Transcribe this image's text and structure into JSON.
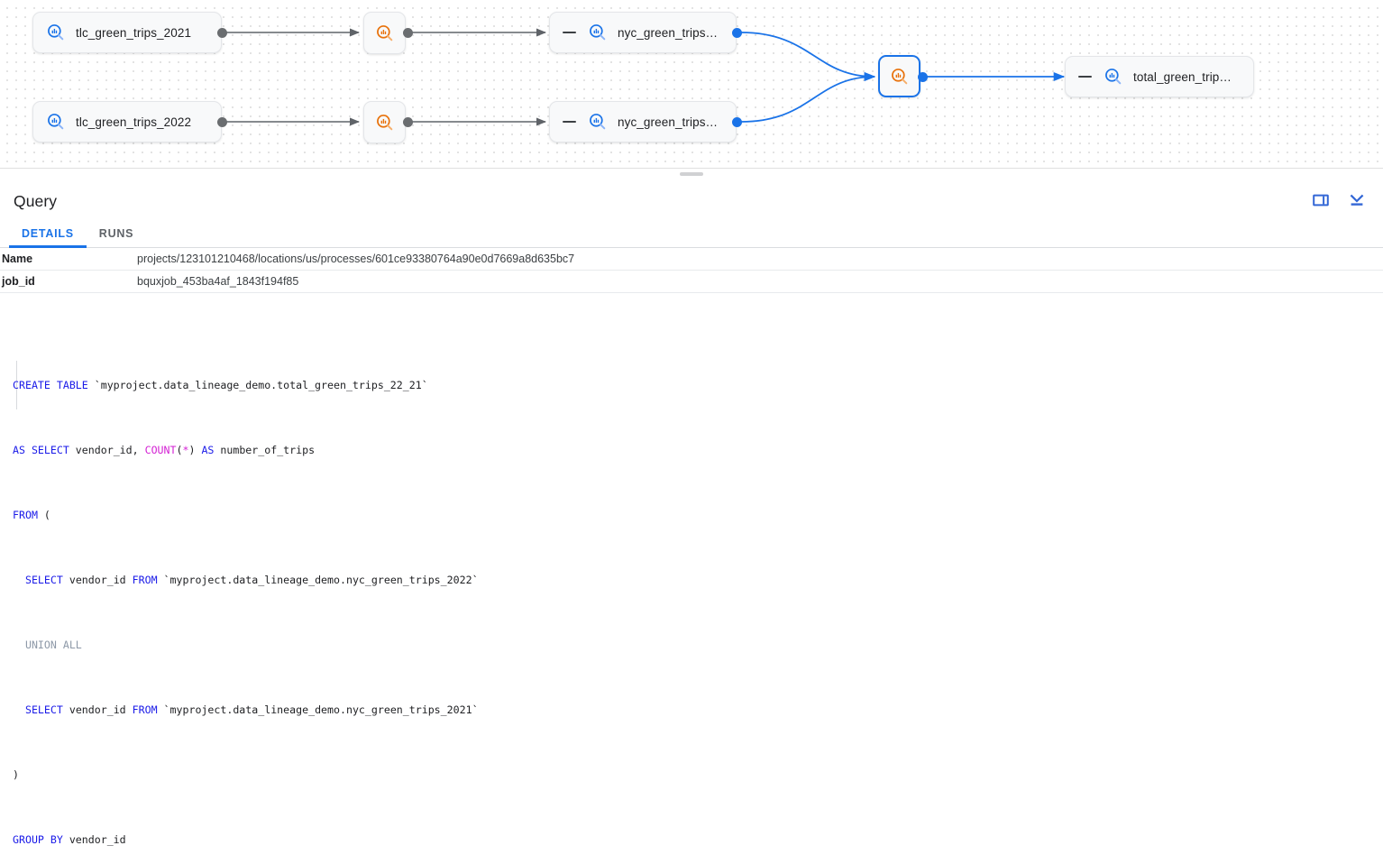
{
  "graph": {
    "nodes": [
      {
        "id": "tlc2021",
        "kind": "table",
        "label": "tlc_green_trips_2021",
        "icon": "bigquery-table-search-icon",
        "icon_color": "#1a73e8",
        "collapsible": false,
        "selected": false
      },
      {
        "id": "tlc2022",
        "kind": "table",
        "label": "tlc_green_trips_2022",
        "icon": "bigquery-table-search-icon",
        "icon_color": "#1a73e8",
        "collapsible": false,
        "selected": false
      },
      {
        "id": "proc1",
        "kind": "process",
        "label": "",
        "icon": "bigquery-process-search-icon",
        "icon_color": "#e8710a",
        "collapsible": false,
        "selected": false
      },
      {
        "id": "proc2",
        "kind": "process",
        "label": "",
        "icon": "bigquery-process-search-icon",
        "icon_color": "#e8710a",
        "collapsible": false,
        "selected": false
      },
      {
        "id": "nyc1",
        "kind": "table",
        "label": "nyc_green_trips…",
        "icon": "bigquery-table-search-icon",
        "icon_color": "#1a73e8",
        "collapsible": true,
        "selected": false
      },
      {
        "id": "nyc2",
        "kind": "table",
        "label": "nyc_green_trips…",
        "icon": "bigquery-table-search-icon",
        "icon_color": "#1a73e8",
        "collapsible": true,
        "selected": false
      },
      {
        "id": "procsel",
        "kind": "process",
        "label": "",
        "icon": "bigquery-process-search-icon",
        "icon_color": "#e8710a",
        "collapsible": false,
        "selected": true
      },
      {
        "id": "total",
        "kind": "table",
        "label": "total_green_trip…",
        "icon": "bigquery-table-search-icon",
        "icon_color": "#1a73e8",
        "collapsible": true,
        "selected": false
      }
    ],
    "edge_color_default": "#5f6368",
    "edge_color_selected": "#1a73e8"
  },
  "panel": {
    "title": "Query",
    "actions": [
      {
        "name": "split-panel-icon",
        "tooltip": "Split panel"
      },
      {
        "name": "collapse-panel-icon",
        "tooltip": "Collapse panel"
      }
    ],
    "tabs": [
      {
        "label": "DETAILS",
        "active": true
      },
      {
        "label": "RUNS",
        "active": false
      }
    ],
    "details": [
      {
        "key": "Name",
        "value": "projects/123101210468/locations/us/processes/601ce93380764a90e0d7669a8d635bc7"
      },
      {
        "key": "job_id",
        "value": "bquxjob_453ba4af_1843f194f85"
      }
    ]
  },
  "sql": {
    "lines": [
      "CREATE TABLE `myproject.data_lineage_demo.total_green_trips_22_21`",
      "AS SELECT vendor_id, COUNT(*) AS number_of_trips",
      "FROM (",
      "  SELECT vendor_id FROM `myproject.data_lineage_demo.nyc_green_trips_2022`",
      "  UNION ALL",
      "  SELECT vendor_id FROM `myproject.data_lineage_demo.nyc_green_trips_2021`",
      ")",
      "GROUP BY vendor_id"
    ],
    "tokens": {
      "l0_kw1": "CREATE TABLE",
      "l0_rest": " `myproject.data_lineage_demo.total_green_trips_22_21`",
      "l1_kw1": "AS SELECT",
      "l1_mid": " vendor_id, ",
      "l1_fn": "COUNT",
      "l1_p1": "(",
      "l1_star": "*",
      "l1_p2": ") ",
      "l1_kw2": "AS",
      "l1_end": " number_of_trips",
      "l2_kw1": "FROM",
      "l2_rest": " (",
      "l3_ind": "  ",
      "l3_kw1": "SELECT",
      "l3_mid": " vendor_id ",
      "l3_kw2": "FROM",
      "l3_rest": " `myproject.data_lineage_demo.nyc_green_trips_2022`",
      "l4_ind": "  ",
      "l4_muted": "UNION ALL",
      "l5_ind": "  ",
      "l5_kw1": "SELECT",
      "l5_mid": " vendor_id ",
      "l5_kw2": "FROM",
      "l5_rest": " `myproject.data_lineage_demo.nyc_green_trips_2021`",
      "l6_plain": ")",
      "l7_kw1": "GROUP BY",
      "l7_rest": " vendor_id"
    }
  },
  "colors": {
    "accent": "#1a73e8",
    "process_orange": "#e8710a",
    "keyword_blue": "#1a1ae8",
    "function_magenta": "#d321d3",
    "muted_token": "#8e99a8",
    "text_primary": "#202124",
    "text_secondary": "#5f6368"
  }
}
